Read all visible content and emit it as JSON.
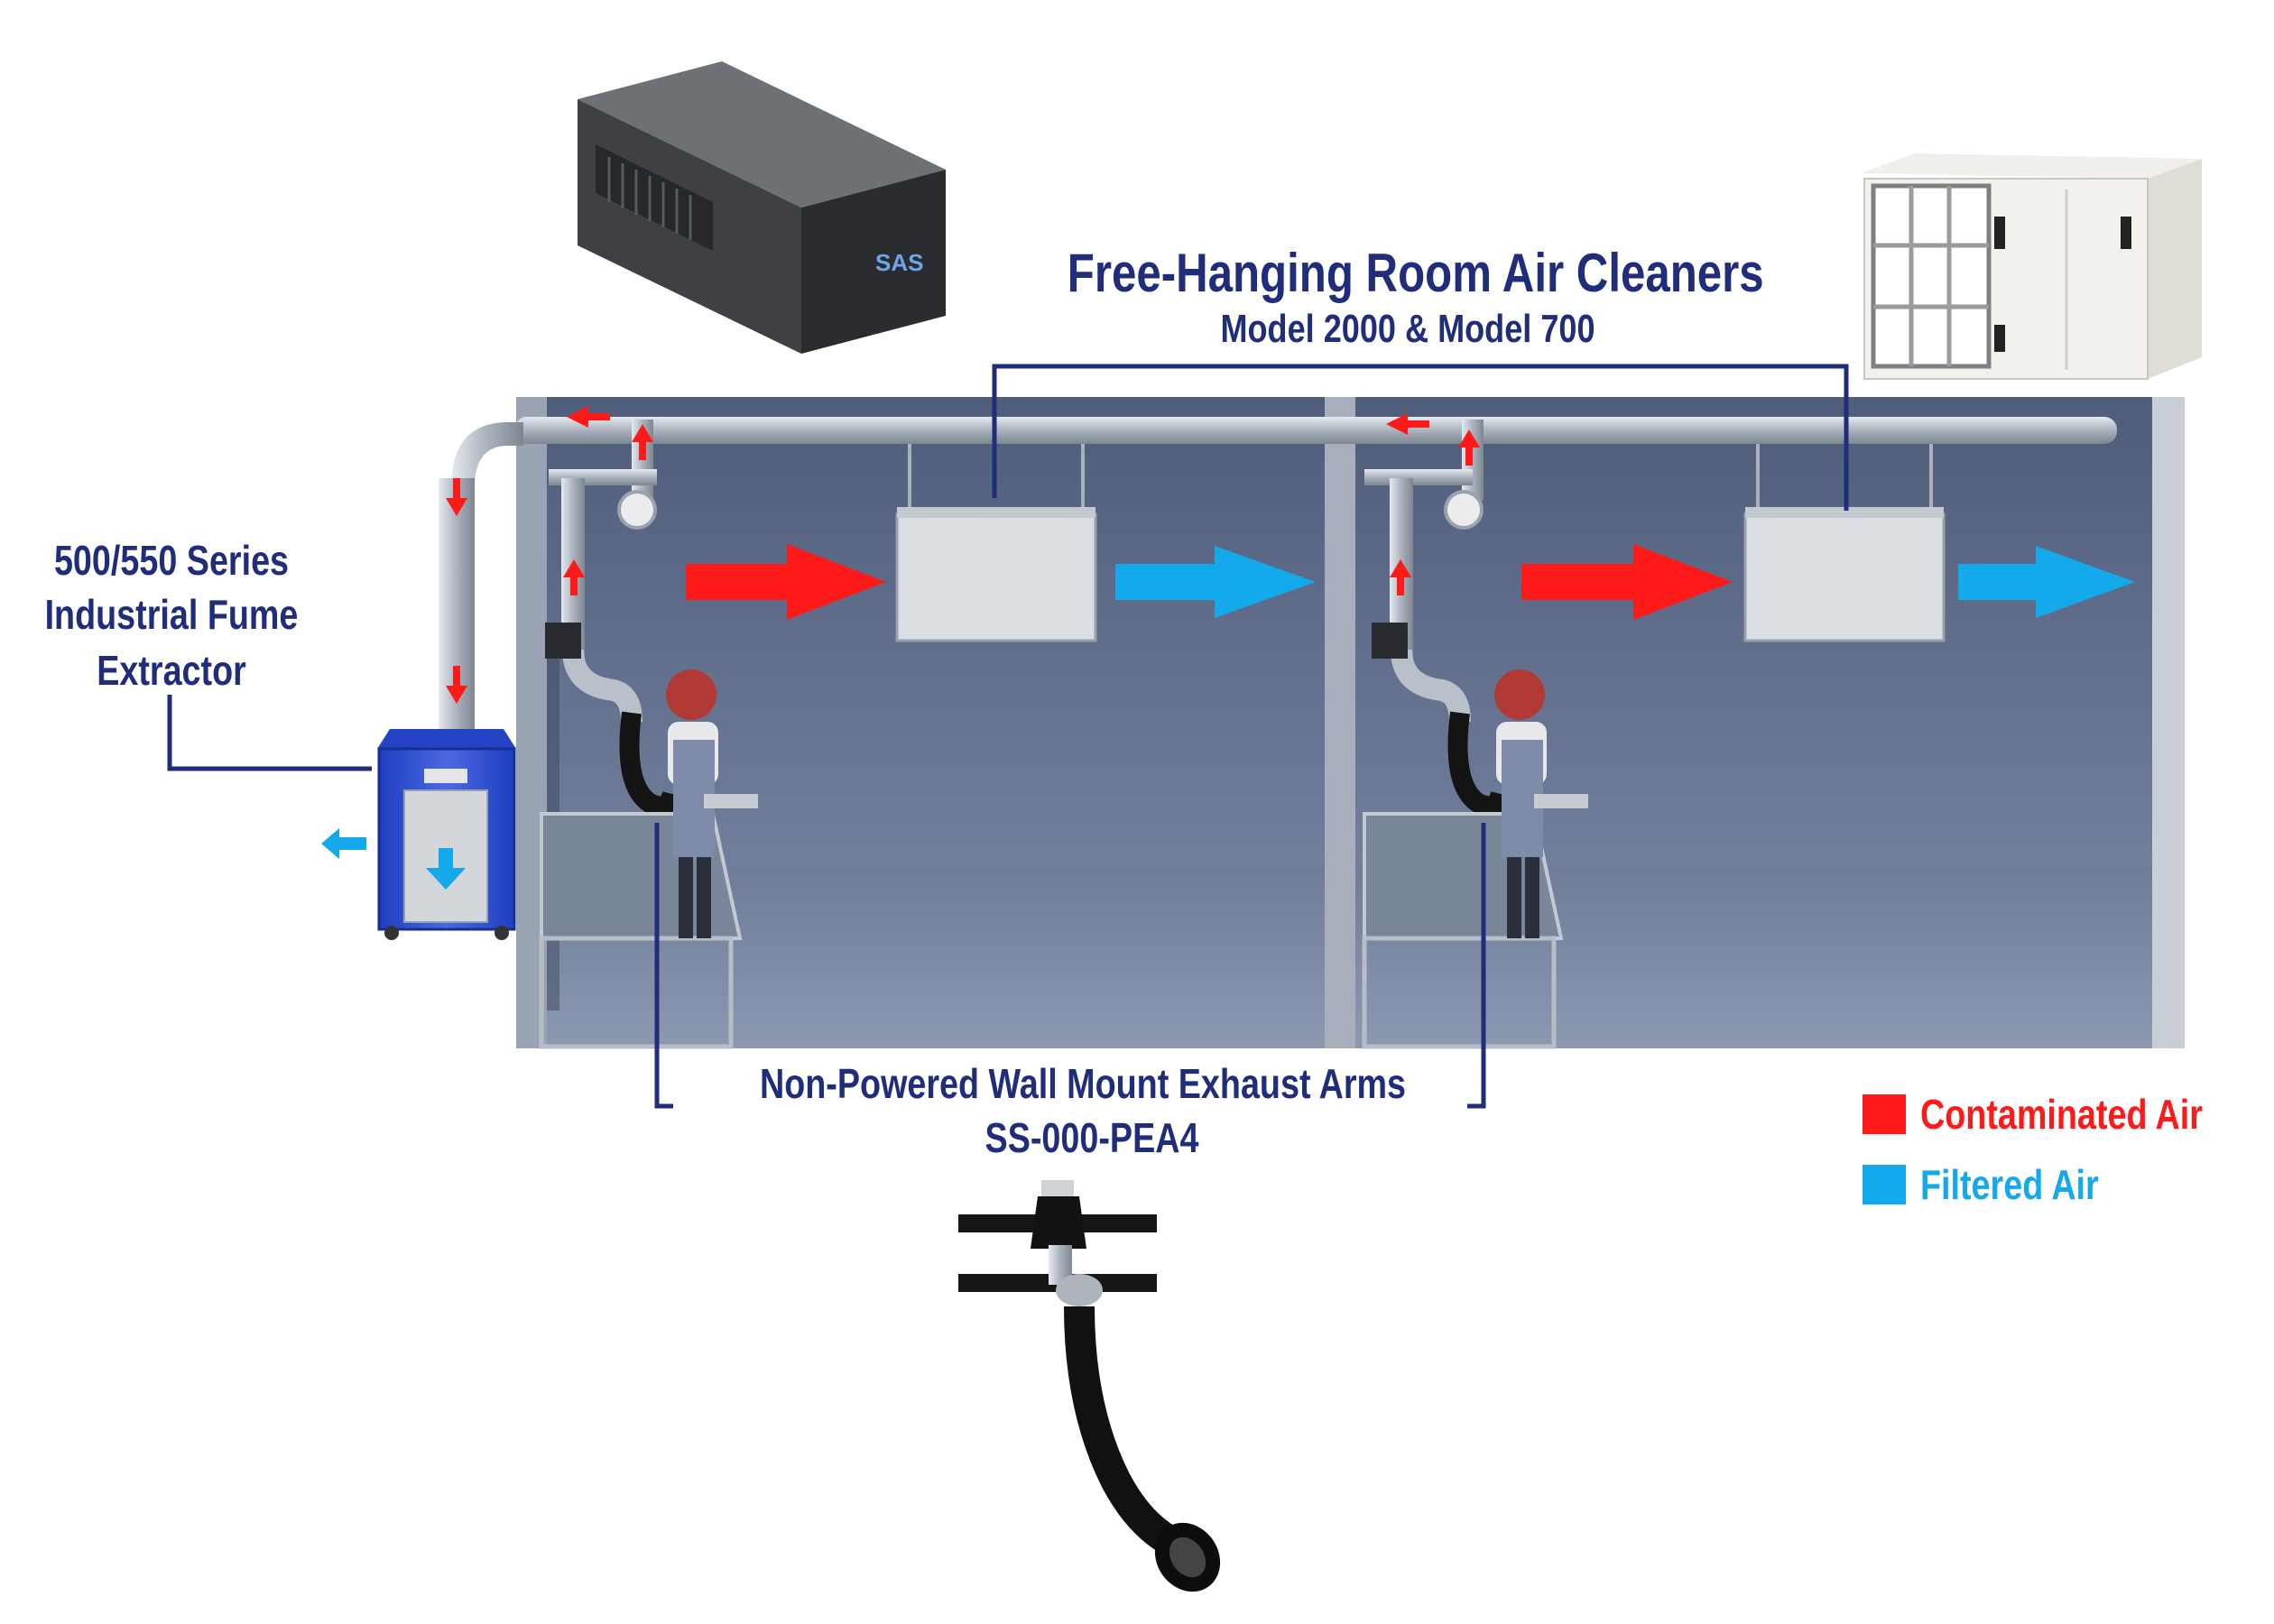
{
  "labels": {
    "room_cleaners_title": "Free-Hanging Room Air Cleaners",
    "room_cleaners_sub": "Model 2000 & Model 700",
    "extractor_line1": "500/550 Series",
    "extractor_line2": "Industrial Fume",
    "extractor_line3": "Extractor",
    "arms_title": "Non-Powered Wall Mount Exhaust Arms",
    "arms_sub": "SS-000-PEA4",
    "device_brand": "SAS"
  },
  "legend": [
    {
      "label": "Contaminated Air",
      "color": "#ff1a1a"
    },
    {
      "label": "Filtered Air",
      "color": "#13a9ea"
    }
  ],
  "colors": {
    "label_navy": "#1f2d7a",
    "contaminated": "#ff1a1a",
    "filtered": "#13a9ea",
    "room_wall": "#5a6a88",
    "room_floor": "#6c7a96",
    "extractor_body": "#2f4fd0"
  },
  "icons": [
    "arrow-right-icon",
    "arrow-down-icon",
    "arrow-left-icon",
    "arrow-up-icon"
  ]
}
